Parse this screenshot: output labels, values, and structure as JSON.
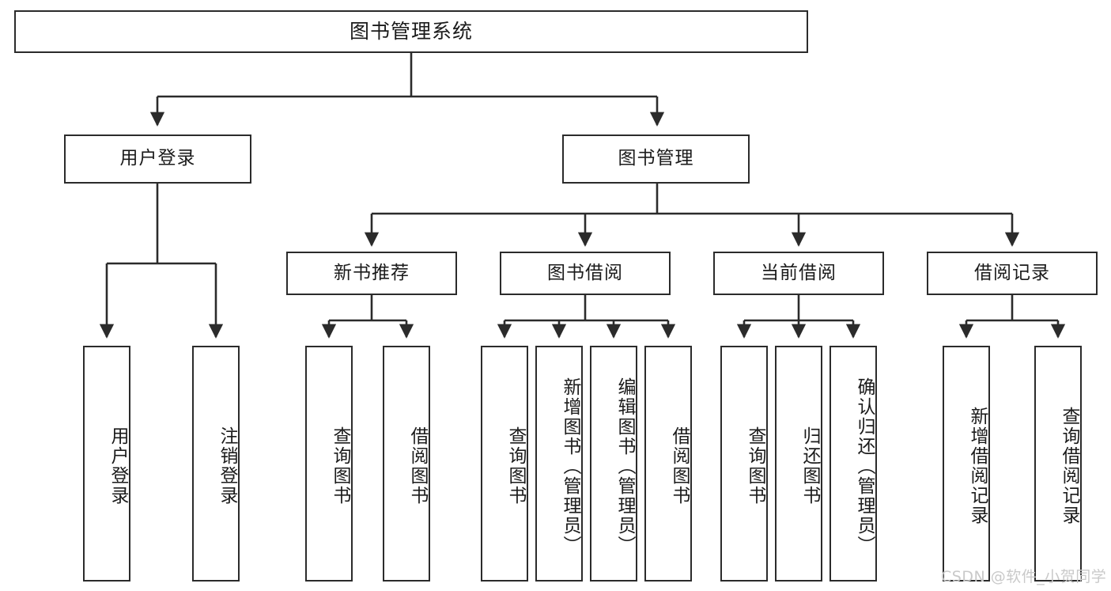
{
  "diagram": {
    "type": "tree",
    "title": "图书管理系统",
    "orientation": "top-down",
    "colors": {
      "border": "#2b2b2b",
      "background": "#ffffff",
      "text": "#1b1b1b",
      "watermark": "#c9c9c9"
    },
    "levels": {
      "root": {
        "label": "图书管理系统"
      },
      "level2": [
        {
          "label": "用户登录"
        },
        {
          "label": "图书管理"
        }
      ],
      "level3": [
        {
          "label": "新书推荐"
        },
        {
          "label": "图书借阅"
        },
        {
          "label": "当前借阅"
        },
        {
          "label": "借阅记录"
        }
      ],
      "leaves": {
        "user_login": [
          {
            "label": "用户登录"
          },
          {
            "label": "注销登录"
          }
        ],
        "new_book_recommend": [
          {
            "label": "查询图书"
          },
          {
            "label": "借阅图书"
          }
        ],
        "book_borrow": [
          {
            "label": "查询图书"
          },
          {
            "label": "新增图书（管理员）"
          },
          {
            "label": "编辑图书（管理员）"
          },
          {
            "label": "借阅图书"
          }
        ],
        "current_borrow": [
          {
            "label": "查询图书"
          },
          {
            "label": "归还图书"
          },
          {
            "label": "确认归还（管理员）"
          }
        ],
        "borrow_record": [
          {
            "label": "新增借阅记录"
          },
          {
            "label": "查询借阅记录"
          }
        ]
      }
    }
  },
  "watermark": {
    "text": "CSDN @软件_小贺同学"
  }
}
